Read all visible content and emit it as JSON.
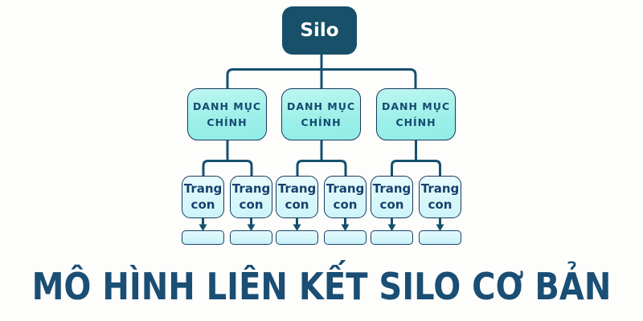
{
  "diagram": {
    "root": {
      "label": "Silo"
    },
    "categories": [
      {
        "label": "DANH MỤC CHÍNH"
      },
      {
        "label": "DANH MỤC CHÍNH"
      },
      {
        "label": "DANH MỤC CHÍNH"
      }
    ],
    "subpages": [
      {
        "label": "Trang con"
      },
      {
        "label": "Trang con"
      },
      {
        "label": "Trang con"
      },
      {
        "label": "Trang con"
      },
      {
        "label": "Trang con"
      },
      {
        "label": "Trang con"
      }
    ],
    "leaf_placeholders": 6,
    "title": "MÔ HÌNH LIÊN KẾT SILO CƠ BẢN",
    "colors": {
      "root_fill": "#175068",
      "root_text": "#ffffff",
      "category_fill": "#9cefe9",
      "subpage_fill": "#d6f6fa",
      "node_border": "#173a5e",
      "connector": "#15506e",
      "title_text": "#1a4e74",
      "background": "#fdfdfc"
    }
  }
}
